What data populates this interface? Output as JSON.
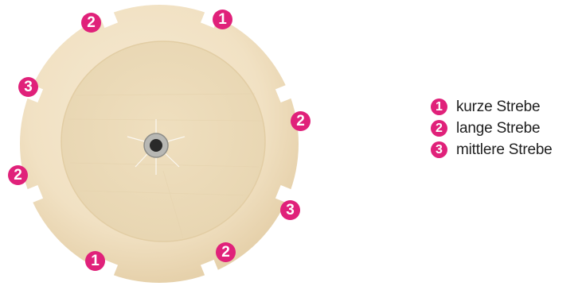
{
  "badge_color": "#e0217a",
  "wood_color": "#f3e6cc",
  "callouts": [
    {
      "number": "2",
      "location": "top-left"
    },
    {
      "number": "1",
      "location": "top-right"
    },
    {
      "number": "3",
      "location": "left-upper"
    },
    {
      "number": "2",
      "location": "right-upper"
    },
    {
      "number": "2",
      "location": "left-lower"
    },
    {
      "number": "3",
      "location": "right-lower"
    },
    {
      "number": "1",
      "location": "bottom-left"
    },
    {
      "number": "2",
      "location": "bottom-right"
    }
  ],
  "legend": [
    {
      "number": "1",
      "label": "kurze Strebe"
    },
    {
      "number": "2",
      "label": "lange Strebe"
    },
    {
      "number": "3",
      "label": "mittlere Strebe"
    }
  ]
}
